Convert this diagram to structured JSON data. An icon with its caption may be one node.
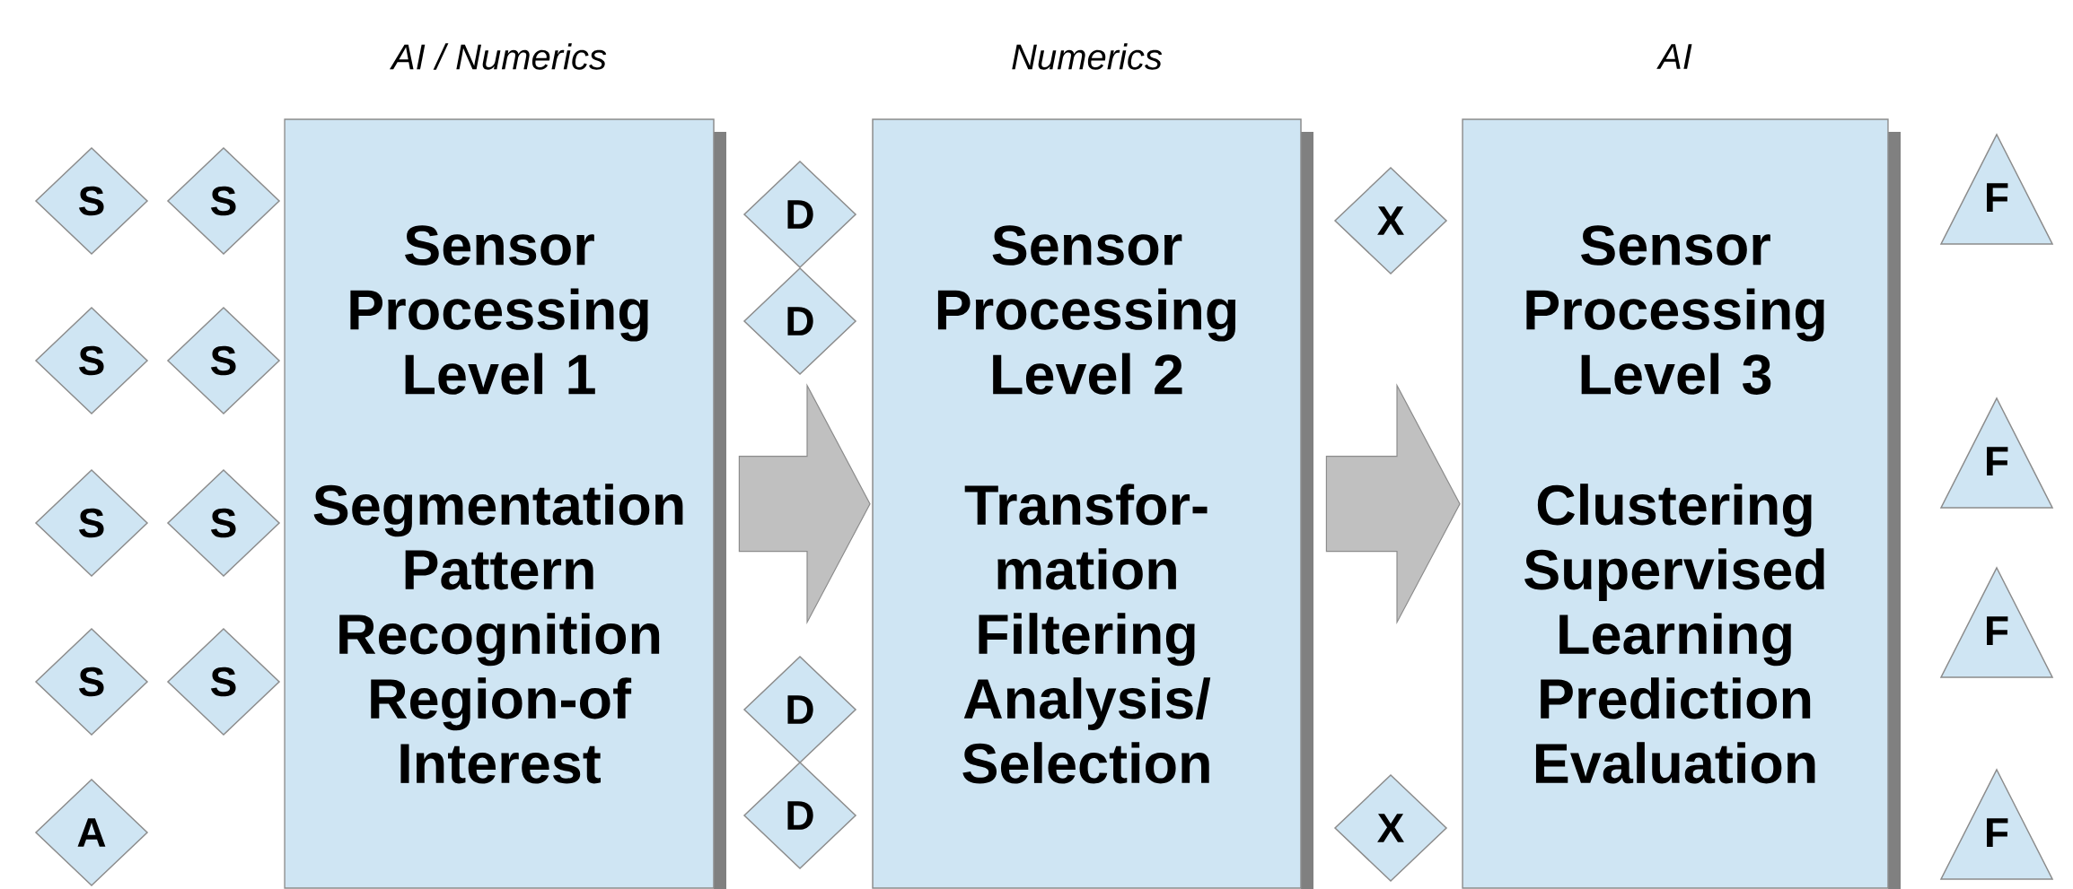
{
  "diagram": {
    "nodes": [
      {
        "text": [
          "S"
        ]
      },
      {
        "text": [
          "S"
        ]
      },
      {
        "text": [
          "S"
        ]
      },
      {
        "text": [
          "S"
        ]
      },
      {
        "text": [
          "A"
        ]
      },
      {
        "text": [
          "S"
        ]
      },
      {
        "text": [
          "S"
        ]
      },
      {
        "text": [
          "S"
        ]
      },
      {
        "text": [
          "S"
        ]
      },
      {
        "text": [
          "Sensor Processing Level 1",
          "Segmentation Pattern Recognition Region-of Interest"
        ],
        "beside": [
          "AI / Numerics"
        ]
      },
      {
        "text": [
          "D"
        ]
      },
      {
        "text": [
          "D"
        ]
      },
      {
        "text": [
          "D"
        ]
      },
      {
        "text": [
          "D"
        ]
      },
      {
        "text": [
          "Sensor Processing Level 2",
          "Transfor- mation Filtering Analysis/ Selection"
        ],
        "beside": [
          "Numerics"
        ]
      },
      {
        "text": [
          "X"
        ]
      },
      {
        "text": [
          "X"
        ]
      },
      {
        "text": [
          "Sensor Processing Level 3",
          "Clustering Supervised Learning Prediction Evaluation"
        ],
        "beside": [
          "AI"
        ]
      },
      {
        "text": [
          "F"
        ]
      },
      {
        "text": [
          "F"
        ]
      },
      {
        "text": [
          "F"
        ]
      },
      {
        "text": [
          "F"
        ]
      }
    ],
    "edges": [
      {
        "from": 9,
        "to": 14,
        "arrow": "to"
      },
      {
        "from": 14,
        "to": 17,
        "arrow": "to"
      }
    ]
  }
}
